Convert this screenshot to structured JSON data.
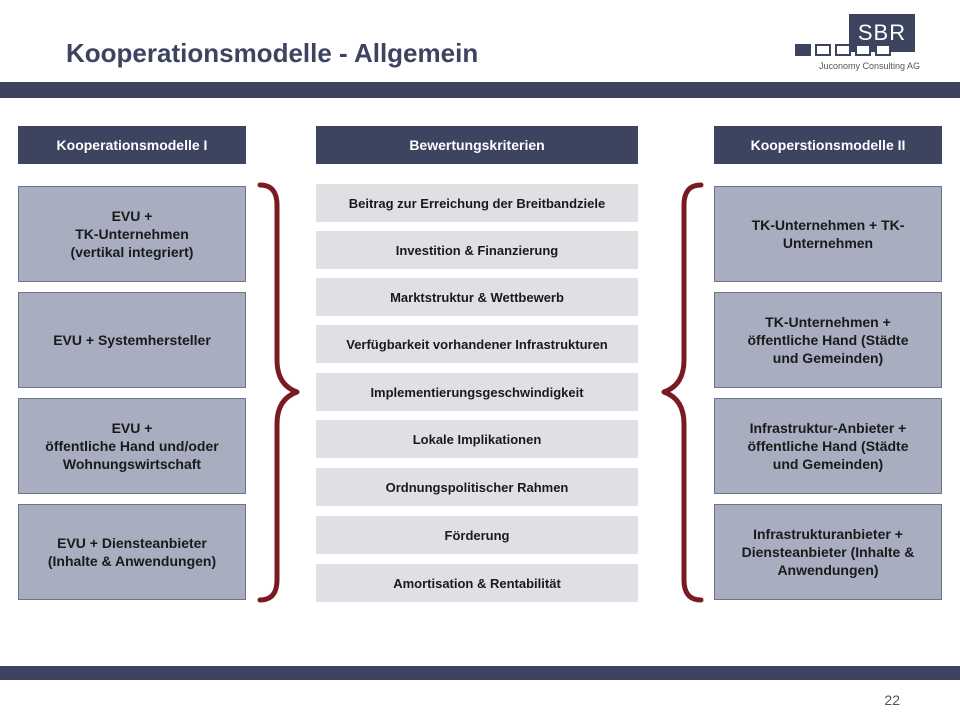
{
  "title": "Kooperationsmodelle - Allgemein",
  "logo": {
    "sbr": "SBR",
    "company": "Juconomy Consulting AG"
  },
  "colors": {
    "navy": "#3d4460",
    "box": "#a8adc0",
    "criteria": "#dfe0e4",
    "brace": "#7a1a22"
  },
  "headers": {
    "left": "Kooperationsmodelle I",
    "middle": "Bewertungskriterien",
    "right": "Kooperstionsmodelle II"
  },
  "left_boxes": [
    "EVU +\nTK-Unternehmen\n(vertikal integriert)",
    "EVU + Systemhersteller",
    "EVU +\nöffentliche Hand und/oder\nWohnungswirtschaft",
    "EVU + Diensteanbieter\n(Inhalte & Anwendungen)"
  ],
  "criteria": [
    "Beitrag zur Erreichung der Breitbandziele",
    "Investition & Finanzierung",
    "Marktstruktur & Wettbewerb",
    "Verfügbarkeit vorhandener Infrastrukturen",
    "Implementierungsgeschwindigkeit",
    "Lokale Implikationen",
    "Ordnungspolitischer Rahmen",
    "Förderung",
    "Amortisation & Rentabilität"
  ],
  "right_boxes": [
    "TK-Unternehmen + TK-\nUnternehmen",
    "TK-Unternehmen +\nöffentliche Hand (Städte\nund Gemeinden)",
    "Infrastruktur-Anbieter +\nöffentliche Hand (Städte\nund Gemeinden)",
    "Infrastrukturanbieter +\nDiensteanbieter (Inhalte &\nAnwendungen)"
  ],
  "page_number": "22"
}
